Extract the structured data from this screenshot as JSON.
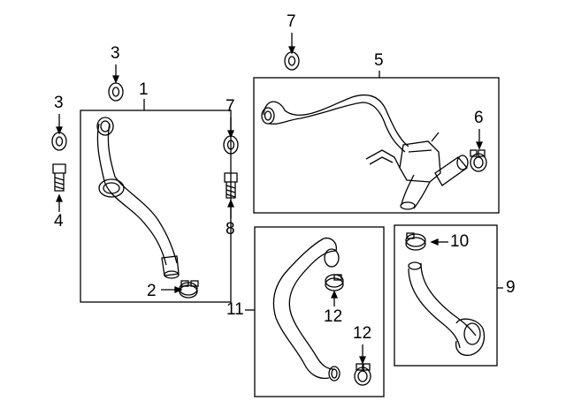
{
  "diagram": {
    "callouts": {
      "c1": "1",
      "c2": "2",
      "c3a": "3",
      "c3b": "3",
      "c4": "4",
      "c5": "5",
      "c6": "6",
      "c7a": "7",
      "c7b": "7",
      "c8": "8",
      "c9": "9",
      "c10": "10",
      "c11": "11",
      "c12a": "12",
      "c12b": "12"
    }
  }
}
